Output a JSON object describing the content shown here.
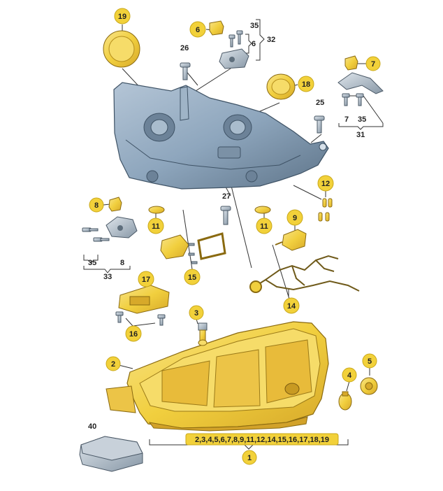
{
  "diagram": {
    "callouts": [
      {
        "id": "c19",
        "label": "19"
      },
      {
        "id": "c6",
        "label": "6"
      },
      {
        "id": "c18",
        "label": "18"
      },
      {
        "id": "c7",
        "label": "7"
      },
      {
        "id": "c12",
        "label": "12"
      },
      {
        "id": "c8",
        "label": "8"
      },
      {
        "id": "c11a",
        "label": "11"
      },
      {
        "id": "c11b",
        "label": "11"
      },
      {
        "id": "c9",
        "label": "9"
      },
      {
        "id": "c15",
        "label": "15"
      },
      {
        "id": "c17",
        "label": "17"
      },
      {
        "id": "c14",
        "label": "14"
      },
      {
        "id": "c3",
        "label": "3"
      },
      {
        "id": "c16",
        "label": "16"
      },
      {
        "id": "c2",
        "label": "2"
      },
      {
        "id": "c5",
        "label": "5"
      },
      {
        "id": "c4",
        "label": "4"
      },
      {
        "id": "c1",
        "label": "1"
      },
      {
        "id": "c40",
        "label": "40"
      },
      {
        "id": "c1list",
        "label": "2,3,4,5,6,7,8,9,11,12,14,15,16,17,18,19"
      }
    ],
    "plain_labels": [
      {
        "id": "t35a",
        "label": "35"
      },
      {
        "id": "t32",
        "label": "32"
      },
      {
        "id": "t6",
        "label": "6"
      },
      {
        "id": "t26",
        "label": "26"
      },
      {
        "id": "t25",
        "label": "25"
      },
      {
        "id": "t7",
        "label": "7"
      },
      {
        "id": "t35b",
        "label": "35"
      },
      {
        "id": "t31",
        "label": "31"
      },
      {
        "id": "t27",
        "label": "27"
      },
      {
        "id": "t35c",
        "label": "35"
      },
      {
        "id": "t8",
        "label": "8"
      },
      {
        "id": "t33",
        "label": "33"
      },
      {
        "id": "t40",
        "label": "40"
      }
    ],
    "colors": {
      "callout_fill": "#f2d13a",
      "callout_stroke": "#c9a81a",
      "part_yellow": "#f3d34a",
      "housing_blue": "#8ea6bd",
      "housing_dark": "#5e7489",
      "hardware_grey": "#9aa7b3",
      "line": "#333333"
    }
  }
}
